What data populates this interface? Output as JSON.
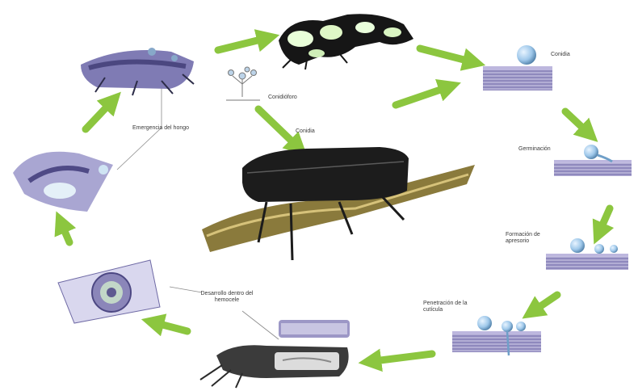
{
  "labels": {
    "conidia_top": "Conidia",
    "germination": "Germinación",
    "appressorium": "Formación de apresorio",
    "penetration": "Penetración de la cutícula",
    "growth": "Desarrollo dentro del hemocele",
    "emergence": "Emergencia del hongo",
    "conidiophore": "Conidióforo",
    "conidia_center": "Conidia"
  },
  "colors": {
    "arrow": "#8cc63f",
    "cuticle": "#7b74ae",
    "spore": "#9fc8ea",
    "insect": "#1c1c1c",
    "branch": "#8a7a3c"
  }
}
